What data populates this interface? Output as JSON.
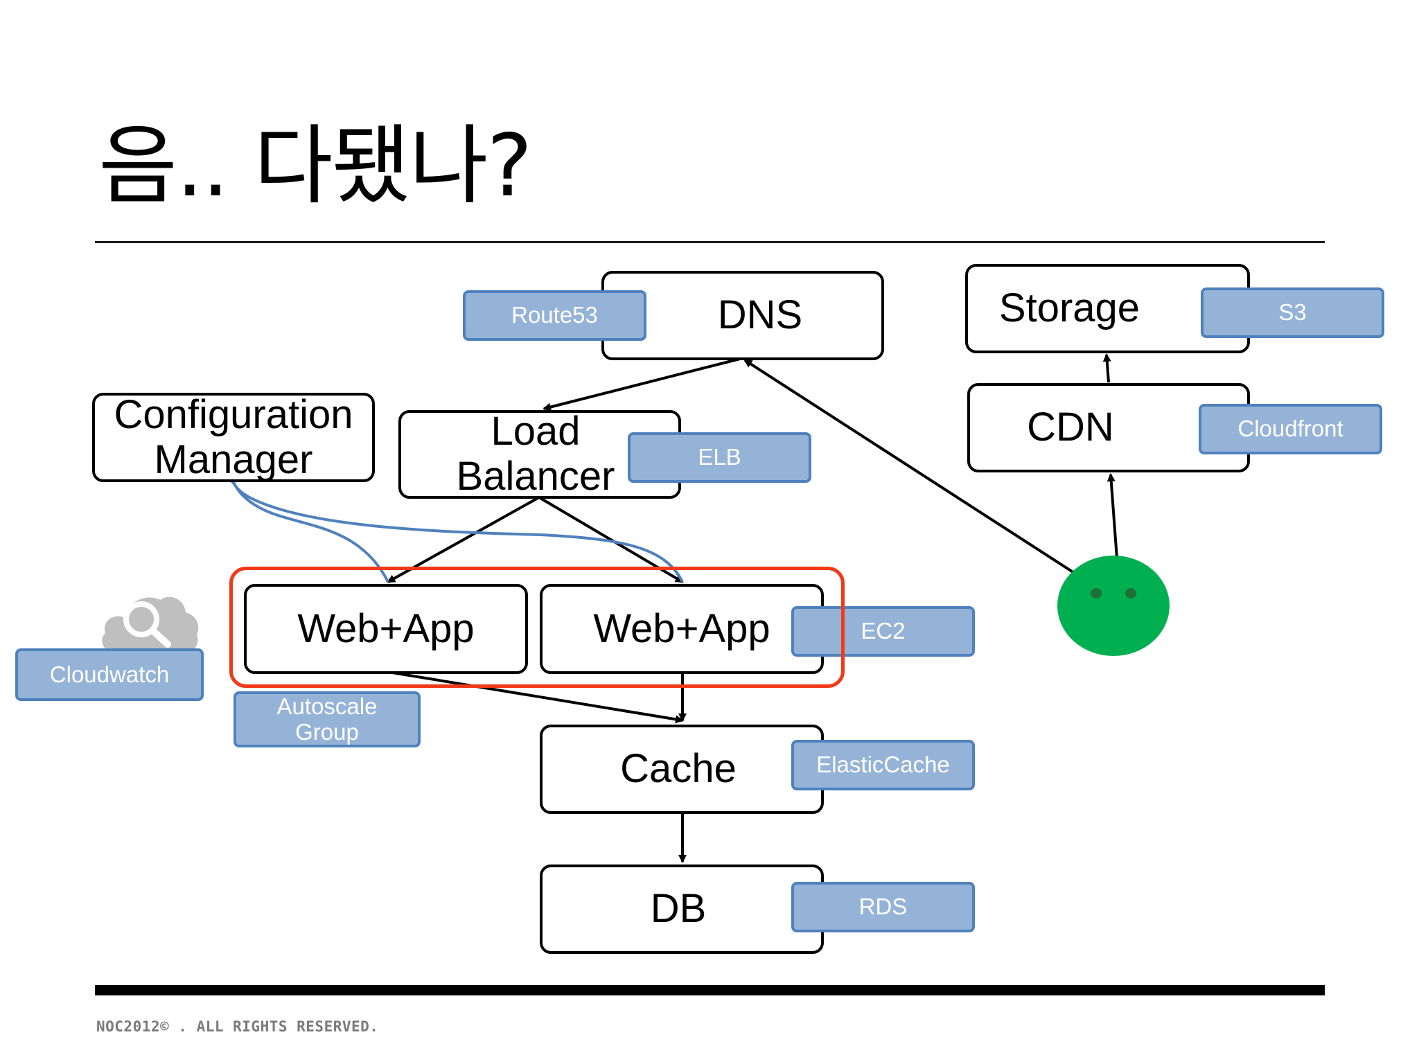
{
  "title": "음.. 다됐나?",
  "footer": "NOC2012© . ALL RIGHTS RESERVED.",
  "nodes": {
    "dns": "DNS",
    "storage": "Storage",
    "config_manager": "Configuration\nManager",
    "load_balancer": "Load\nBalancer",
    "cdn": "CDN",
    "web_app_1": "Web+App",
    "web_app_2": "Web+App",
    "cache": "Cache",
    "db": "DB"
  },
  "services": {
    "route53": "Route53",
    "s3": "S3",
    "elb": "ELB",
    "cloudfront": "Cloudfront",
    "ec2": "EC2",
    "cloudwatch": "Cloudwatch",
    "autoscale": "Autoscale\nGroup",
    "elasticcache": "ElasticCache",
    "rds": "RDS"
  },
  "colors": {
    "service_fill": "#95b3d7",
    "service_border": "#4f81bd",
    "highlight": "#f03a17",
    "user_face": "#00b050",
    "monitor_arrow": "#4f81bd",
    "cloud_icon": "#bfbfbf"
  },
  "icons": {
    "cloudwatch": "cloud-magnifier-icon",
    "user": "green-face-icon"
  }
}
